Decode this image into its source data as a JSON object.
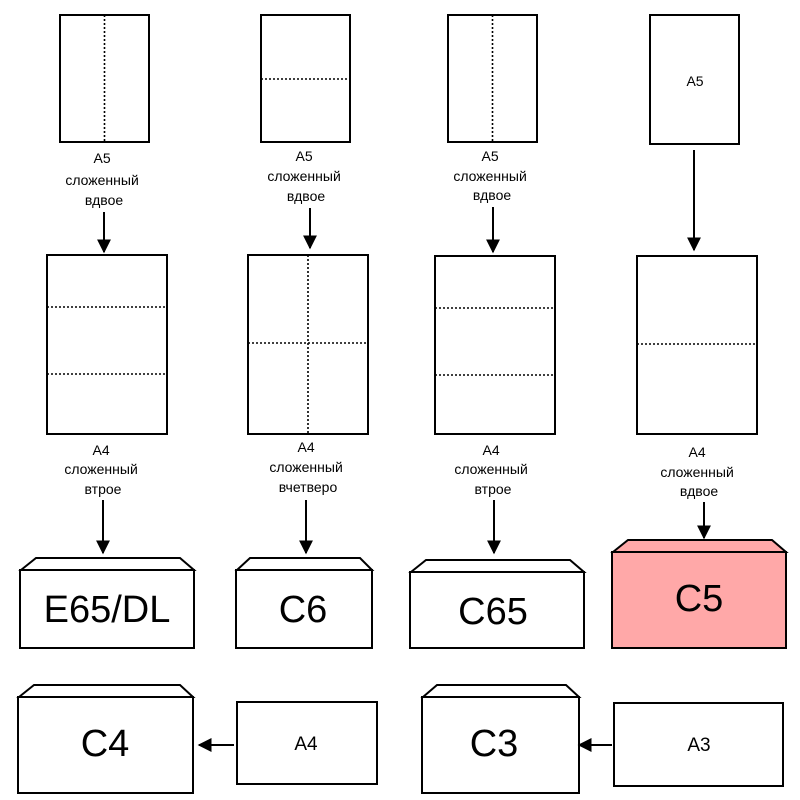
{
  "columns": [
    {
      "top_sheet": {
        "text": "",
        "fold": "vertical"
      },
      "top_caption": [
        "A5",
        "сложенный",
        "вдвое"
      ],
      "mid_sheet": {
        "fold": "thirds-horizontal"
      },
      "mid_caption": [
        "A4",
        "сложенный",
        "втрое"
      ],
      "envelope": "E65/DL"
    },
    {
      "top_sheet": {
        "text": "",
        "fold": "horizontal"
      },
      "top_caption": [
        "A5",
        "сложенный",
        "вдвое"
      ],
      "mid_sheet": {
        "fold": "cross"
      },
      "mid_caption": [
        "A4",
        "сложенный",
        "вчетверо"
      ],
      "envelope": "C6"
    },
    {
      "top_sheet": {
        "text": "",
        "fold": "vertical"
      },
      "top_caption": [
        "A5",
        "сложенный",
        "вдвое"
      ],
      "mid_sheet": {
        "fold": "thirds-horizontal"
      },
      "mid_caption": [
        "A4",
        "сложенный",
        "втрое"
      ],
      "envelope": "C65"
    },
    {
      "top_sheet": {
        "text": "A5",
        "fold": "none"
      },
      "top_caption": [],
      "mid_sheet": {
        "fold": "half-horizontal"
      },
      "mid_caption": [
        "A4",
        "сложенный",
        "вдвое"
      ],
      "envelope": "C5",
      "highlight_color": "#ffa8a8"
    }
  ],
  "bottom_row": [
    {
      "envelope": "C4",
      "sheet": "A4"
    },
    {
      "envelope": "C3",
      "sheet": "A3"
    }
  ]
}
